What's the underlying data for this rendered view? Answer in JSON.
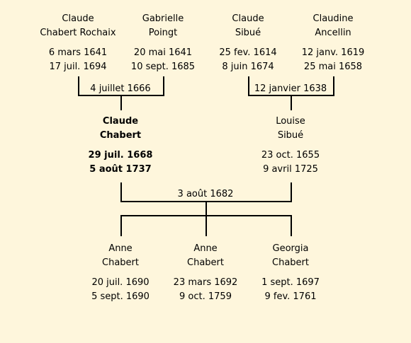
{
  "grandparents": {
    "p1": {
      "first": "Claude",
      "last": "Chabert Rochaix",
      "birth": "6 mars 1641",
      "death": "17 juil. 1694"
    },
    "p2": {
      "first": "Gabrielle",
      "last": "Poingt",
      "birth": "20 mai 1641",
      "death": "10 sept. 1685"
    },
    "p3": {
      "first": "Claude",
      "last": "Sibué",
      "birth": "25 fev. 1614",
      "death": "8 juin 1674"
    },
    "p4": {
      "first": "Claudine",
      "last": "Ancellin",
      "birth": "12 janv. 1619",
      "death": "25 mai 1658"
    }
  },
  "marriages": {
    "left": "4 juillet 1666",
    "right": "12 janvier 1638",
    "parents": "3 août 1682"
  },
  "parents": {
    "father": {
      "first": "Claude",
      "last": "Chabert",
      "birth": "29 juil. 1668",
      "death": "5 août 1737"
    },
    "mother": {
      "first": "Louise",
      "last": "Sibué",
      "birth": "23 oct. 1655",
      "death": "9 avril 1725"
    }
  },
  "children": [
    {
      "first": "Anne",
      "last": "Chabert",
      "birth": "20 juil. 1690",
      "death": "5 sept. 1690"
    },
    {
      "first": "Anne",
      "last": "Chabert",
      "birth": "23 mars 1692",
      "death": "9 oct. 1759"
    },
    {
      "first": "Georgia",
      "last": "Chabert",
      "birth": "1 sept. 1697",
      "death": "9 fev. 1761"
    }
  ],
  "colors": {
    "background": "#fef6dc",
    "text": "#000000",
    "lines": "#000000"
  }
}
